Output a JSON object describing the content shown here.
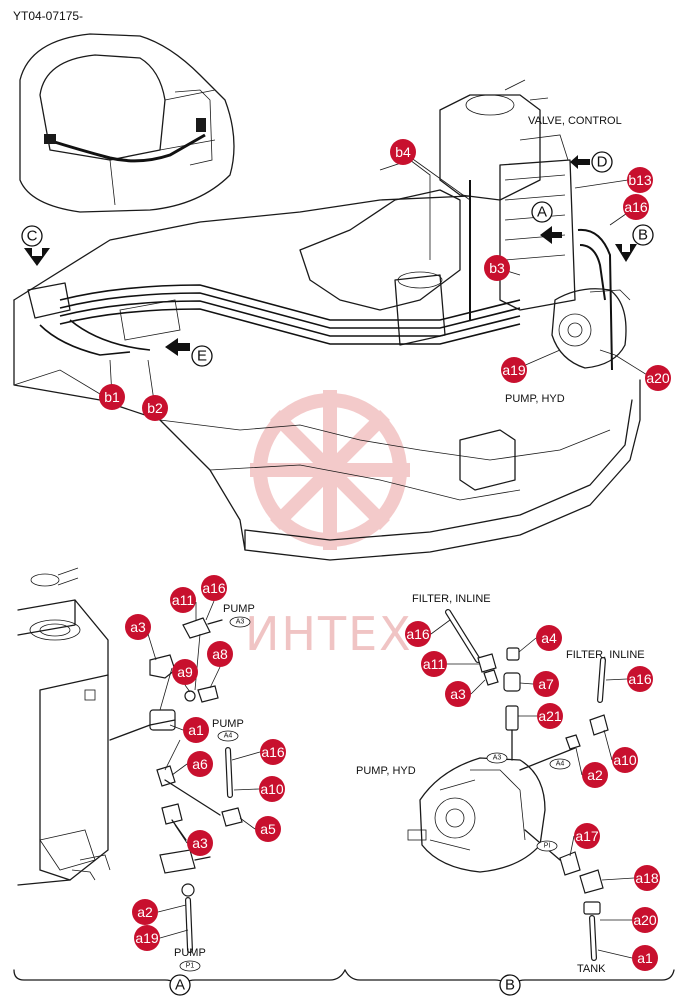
{
  "doc_id": "YT04-07175-",
  "labels": {
    "valve_control": "VALVE, CONTROL",
    "pump_hyd_top": "PUMP, HYD",
    "pump_a3": "PUMP",
    "pump_a4": "PUMP",
    "pump_p1": "PUMP",
    "filter_left": "FILTER, INLINE",
    "filter_right": "FILTER, INLINE",
    "pump_hyd_b": "PUMP, HYD",
    "tank": "TANK"
  },
  "ports": {
    "a3_left": "A3",
    "a4_left": "A4",
    "p1_left": "P1",
    "a3_right": "A3",
    "a4_right": "A4",
    "pi_right": "PI"
  },
  "views": {
    "A_top": "A",
    "B_top": "B",
    "C_top": "C",
    "D_top": "D",
    "E_top": "E",
    "A_bottom": "A",
    "B_bottom": "B"
  },
  "callouts": {
    "b4": "b4",
    "b13": "b13",
    "a16_top": "a16",
    "b3": "b3",
    "b1": "b1",
    "b2": "b2",
    "a19_top": "a19",
    "a20_top": "a20",
    "a11_l": "a11",
    "a16_l1": "a16",
    "a3_l1": "a3",
    "a9_l": "a9",
    "a8_l": "a8",
    "a1_l": "a1",
    "a6_l": "a6",
    "a16_l2": "a16",
    "a10_l": "a10",
    "a5_l": "a5",
    "a3_l2": "a3",
    "a2_l": "a2",
    "a19_l": "a19",
    "a16_r1": "a16",
    "a11_r": "a11",
    "a3_r": "a3",
    "a4_r": "a4",
    "a7_r": "a7",
    "a16_r2": "a16",
    "a21_r": "a21",
    "a10_r": "a10",
    "a2_r": "a2",
    "a17_r": "a17",
    "a18_r": "a18",
    "a20_r": "a20",
    "a1_r": "a1"
  },
  "watermark": "ИНТЕХ"
}
